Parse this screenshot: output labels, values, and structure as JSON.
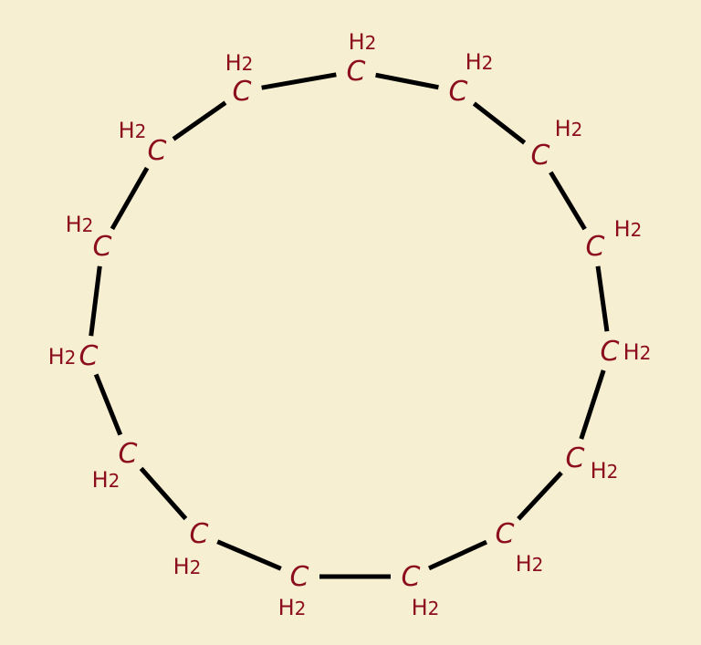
{
  "diagram": {
    "type": "skeletal-ring",
    "bond_color": "#000000",
    "label_color": "#8b0d1e",
    "background": "#f7efd2",
    "atoms": [
      {
        "c": "C",
        "h": "H",
        "n": "2"
      },
      {
        "c": "C",
        "h": "H",
        "n": "2"
      },
      {
        "c": "C",
        "h": "H",
        "n": "2"
      },
      {
        "c": "C",
        "h": "H",
        "n": "2"
      },
      {
        "c": "C",
        "h": "H",
        "n": "2"
      },
      {
        "c": "C",
        "h": "H",
        "n": "2"
      },
      {
        "c": "C",
        "h": "H",
        "n": "2"
      },
      {
        "c": "C",
        "h": "H",
        "n": "2"
      },
      {
        "c": "C",
        "h": "H",
        "n": "2"
      },
      {
        "c": "C",
        "h": "H",
        "n": "2"
      },
      {
        "c": "C",
        "h": "H",
        "n": "2"
      },
      {
        "c": "C",
        "h": "H",
        "n": "2"
      },
      {
        "c": "C",
        "h": "H",
        "n": "2"
      },
      {
        "c": "C",
        "h": "H",
        "n": "2"
      },
      {
        "c": "C",
        "h": "H",
        "n": "2"
      }
    ]
  }
}
